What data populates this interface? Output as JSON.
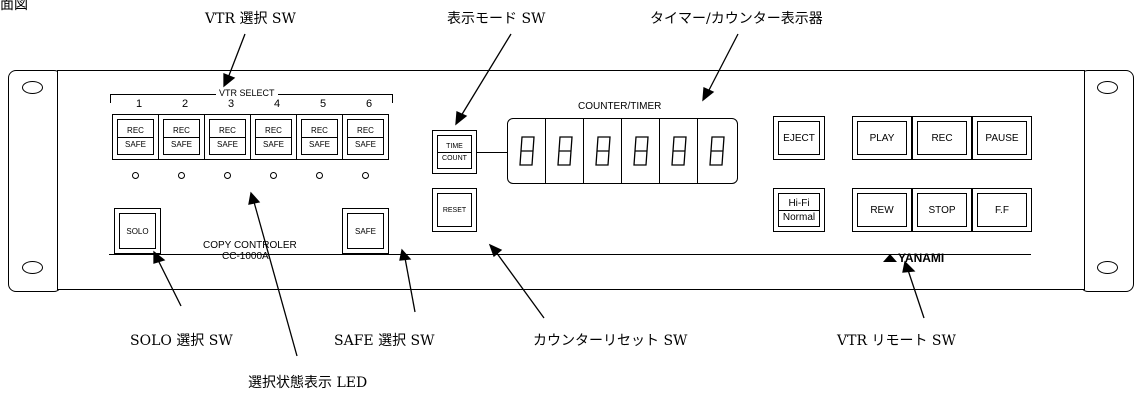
{
  "header": {
    "corner_text": "面図"
  },
  "callouts": {
    "vtr_select_sw": "VTR 選択 SW",
    "display_mode_sw": "表示モード SW",
    "timer_counter_display": "タイマー/カウンター表示器",
    "solo_select_sw": "SOLO 選択 SW",
    "safe_select_sw": "SAFE 選択 SW",
    "counter_reset_sw": "カウンターリセット SW",
    "vtr_remote_sw": "VTR リモート SW",
    "select_state_led": "選択状態表示 LED"
  },
  "panel": {
    "vtr_select_label": "VTR SELECT",
    "channels": [
      "1",
      "2",
      "3",
      "4",
      "5",
      "6"
    ],
    "rec_label": "REC",
    "safe_label": "SAFE",
    "solo_label": "SOLO",
    "safe_button_label": "SAFE",
    "model_name": "COPY CONTROLER",
    "model_number": "CC-1000A",
    "counter_timer_label": "COUNTER/TIMER",
    "time_label": "TIME",
    "count_label": "COUNT",
    "reset_label": "RESET",
    "eject_label": "EJECT",
    "play_label": "PLAY",
    "rec_button_label": "REC",
    "pause_label": "PAUSE",
    "hifi_label": "Hi-Fi",
    "normal_label": "Normal",
    "rew_label": "REW",
    "stop_label": "STOP",
    "ff_label": "F.F",
    "brand": "YANAMI",
    "digit_count": 6
  }
}
